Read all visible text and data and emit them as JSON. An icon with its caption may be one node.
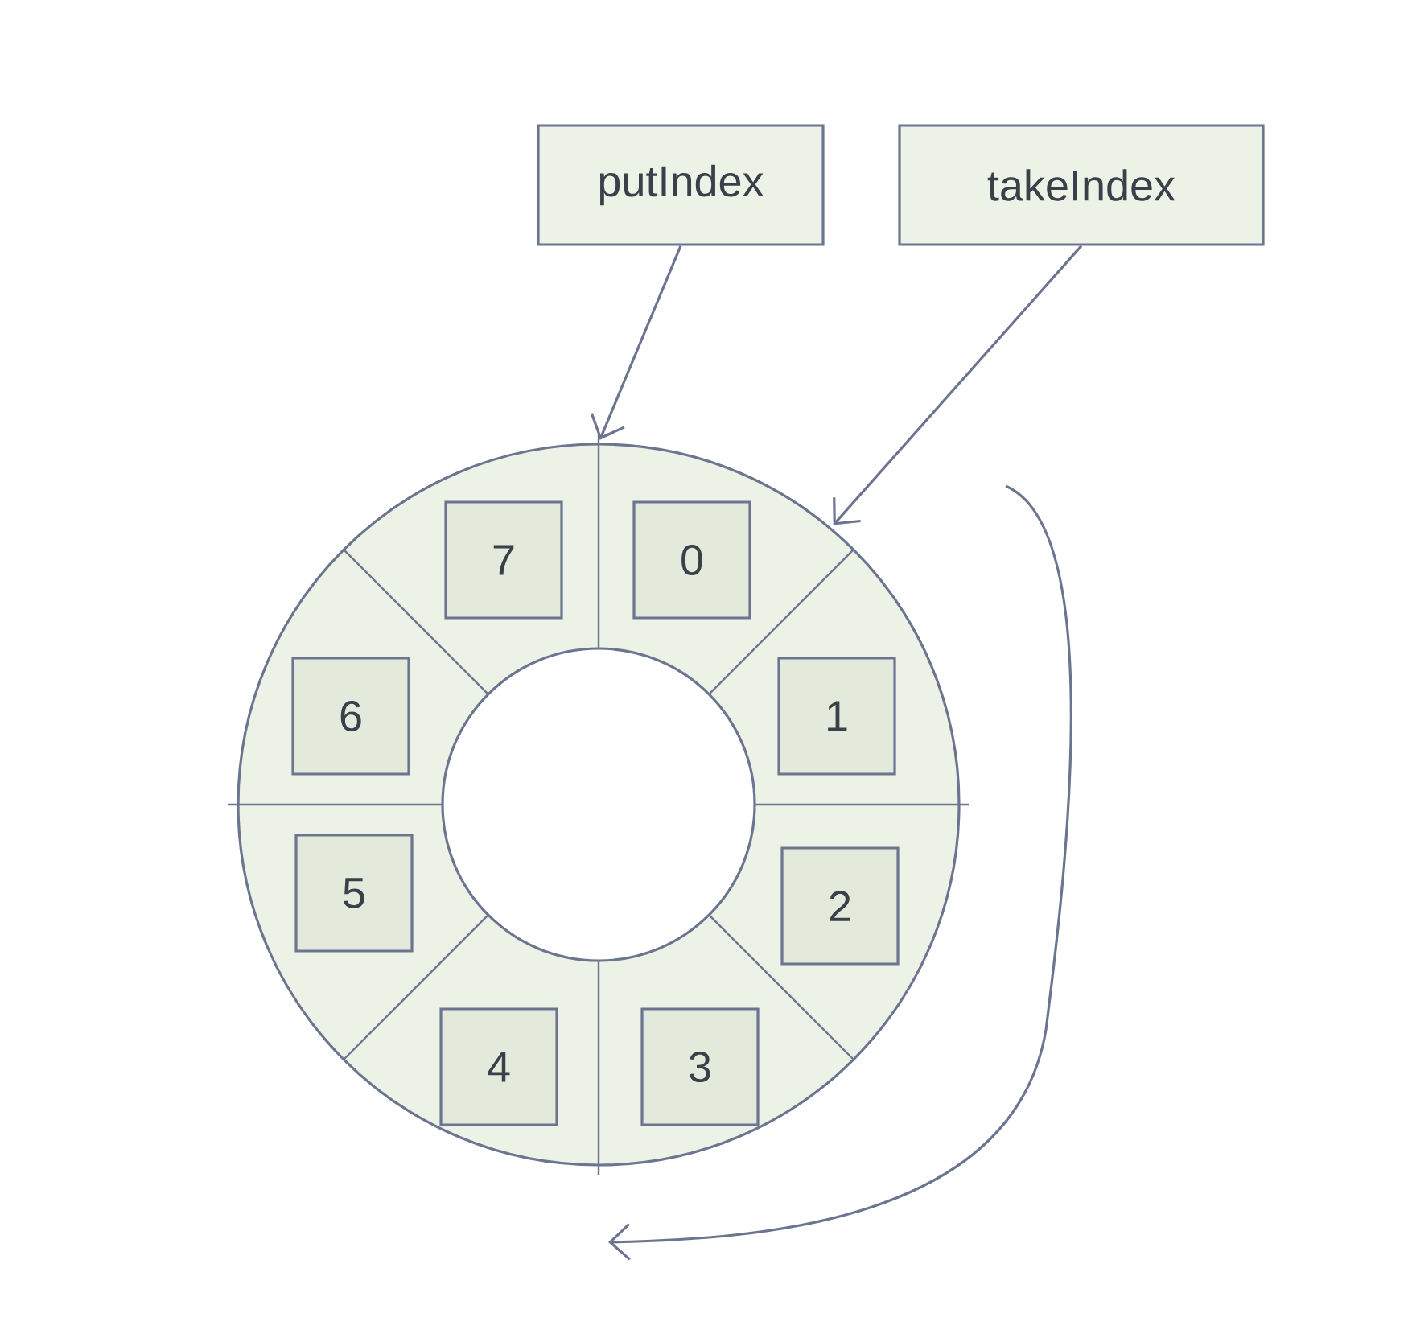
{
  "diagram": {
    "nodes": [
      {
        "text": [
          "putIndex"
        ]
      },
      {
        "text": [
          "takeIndex"
        ]
      },
      {
        "text": [],
        "shape": "circle"
      },
      {
        "text": [
          "0"
        ],
        "in": 2
      },
      {
        "text": [
          "1"
        ],
        "in": 2
      },
      {
        "text": [
          "2"
        ],
        "in": 2
      },
      {
        "text": [
          "3"
        ],
        "in": 2
      },
      {
        "text": [
          "4"
        ],
        "in": 2
      },
      {
        "text": [
          "5"
        ],
        "in": 2
      },
      {
        "text": [
          "6"
        ],
        "in": 2
      },
      {
        "text": [
          "7"
        ],
        "in": 2
      }
    ],
    "edges": [
      {
        "from": 0,
        "to": 2,
        "arrow": "to"
      },
      {
        "from": 1,
        "to": 2,
        "arrow": "to"
      }
    ]
  }
}
